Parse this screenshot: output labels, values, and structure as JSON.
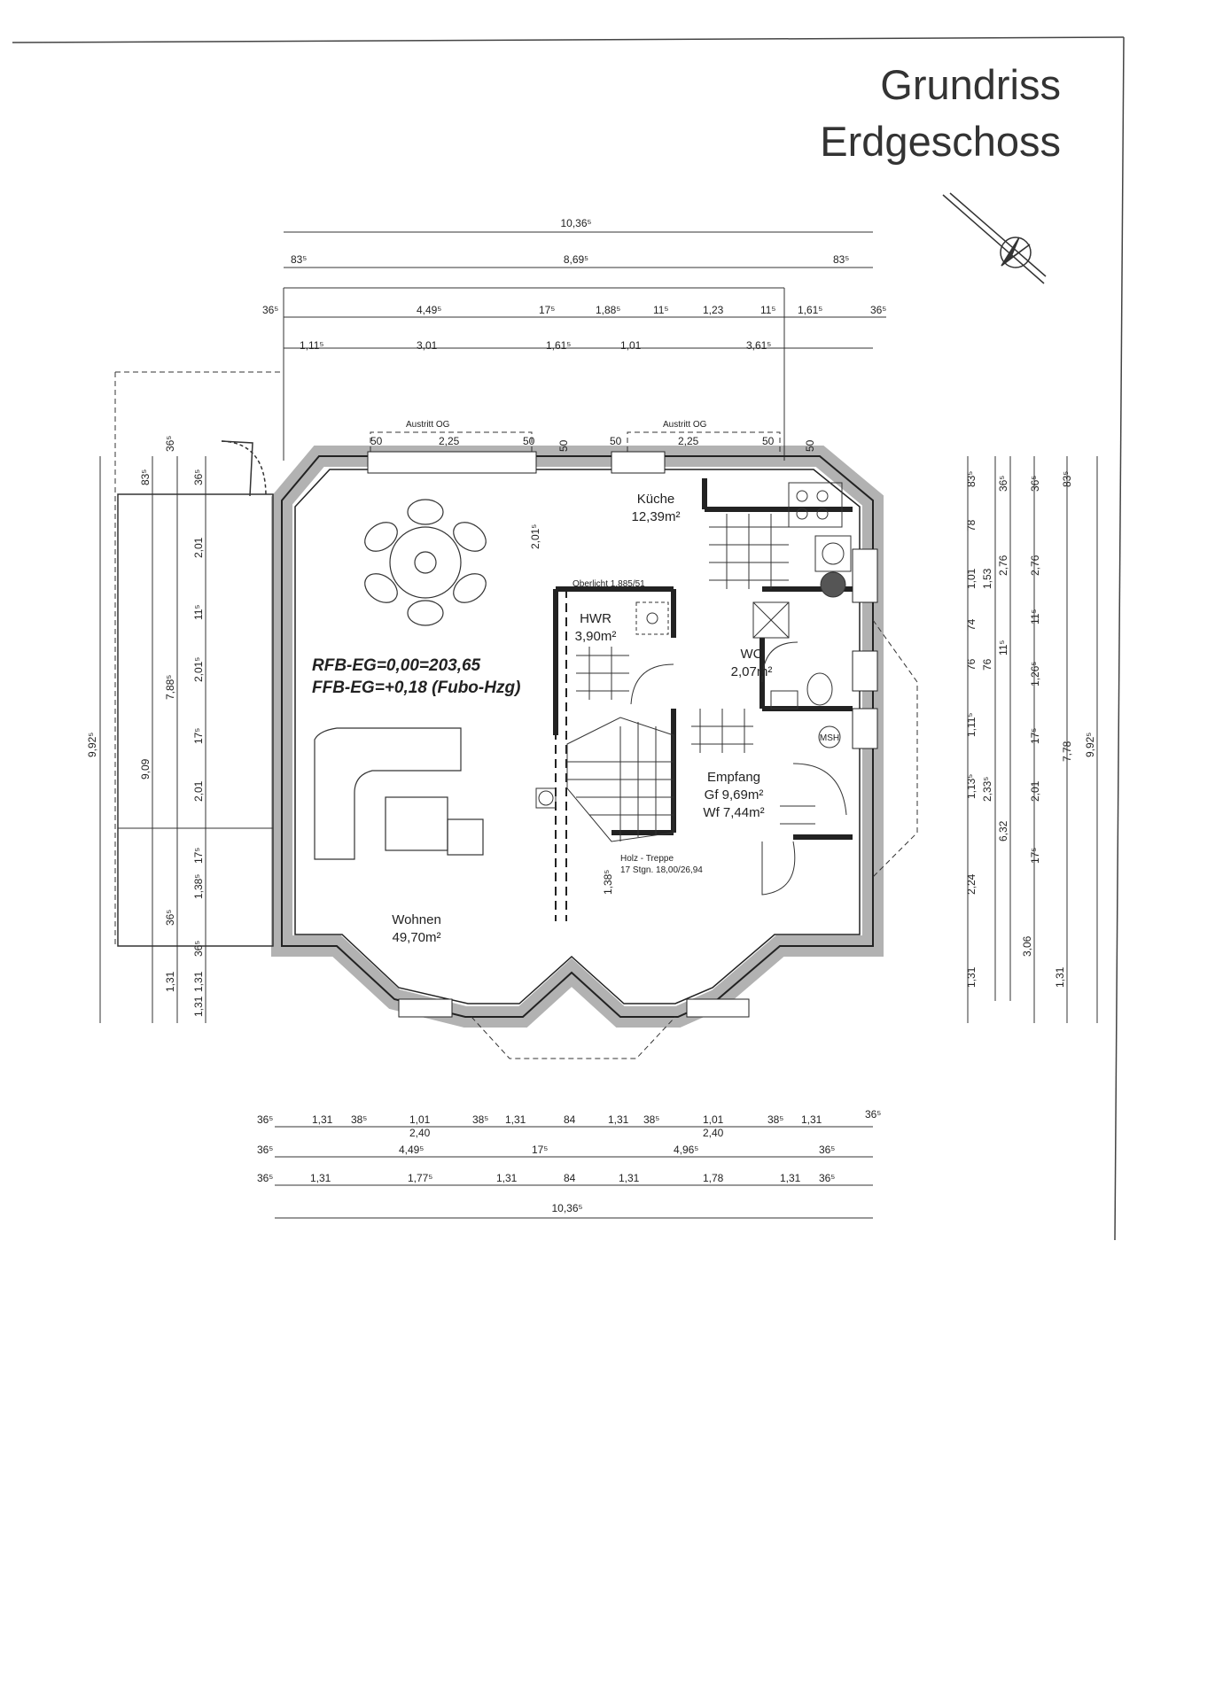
{
  "title": {
    "line1": "Grundriss",
    "line2": "Erdgeschoss"
  },
  "rooms": {
    "kueche_name": "Küche",
    "kueche_area": "12,39m²",
    "hwr_name": "HWR",
    "hwr_area": "3,90m²",
    "wc_name": "WC",
    "wc_area": "2,07m²",
    "empfang_name": "Empfang",
    "empfang_gf": "Gf 9,69m²",
    "empfang_wf": "Wf 7,44m²",
    "wohnen_name": "Wohnen",
    "wohnen_area": "49,70m²"
  },
  "notes": {
    "rfb": "RFB-EG=0,00=203,65",
    "ffb": "FFB-EG=+0,18 (Fubo-Hzg)",
    "oberlicht": "Oberlicht 1,885/51",
    "treppe1": "Holz - Treppe",
    "treppe2": "17 Stgn. 18,00/26,94",
    "msh": "MSH",
    "austritt_left": "Austritt OG",
    "austritt_right": "Austritt OG"
  },
  "dims_top": {
    "row1": [
      "10,36⁵"
    ],
    "row2": [
      "83⁵",
      "8,69⁵",
      "83⁵"
    ],
    "row3": [
      "36⁵",
      "4,49⁵",
      "17⁵",
      "1,88⁵",
      "11⁵",
      "1,23",
      "11⁵",
      "1,61⁵",
      "36⁵"
    ],
    "row4": [
      "1,11⁵",
      "3,01",
      "1,61⁵",
      "1,01",
      "3,61⁵"
    ],
    "austritt_left": [
      "50",
      "2,25",
      "50"
    ],
    "austritt_right": [
      "50",
      "2,25",
      "50"
    ]
  },
  "dims_bottom": {
    "row1": [
      "36⁵",
      "1,31",
      "38⁵",
      "1,01",
      "2,40",
      "38⁵",
      "1,31",
      "84",
      "1,31",
      "38⁵",
      "1,01",
      "2,40",
      "38⁵",
      "1,31",
      "36⁵"
    ],
    "row2": [
      "36⁵",
      "4,49⁵",
      "17⁵",
      "4,96⁵",
      "36⁵"
    ],
    "row3": [
      "36⁵",
      "1,31",
      "1,77⁵",
      "1,31",
      "84",
      "1,31",
      "1,78",
      "1,31",
      "36⁵"
    ],
    "row4": [
      "10,36⁵"
    ]
  },
  "dims_left": {
    "outer": [
      "9,92⁵"
    ],
    "col2": [
      "83⁵",
      "9,09",
      "1,31"
    ],
    "col3": [
      "36⁵",
      "7,88⁵",
      "36⁵",
      "1,31"
    ],
    "col4": [
      "36⁵",
      "2,01",
      "11⁵",
      "2,01⁵",
      "17⁵",
      "2,01",
      "17⁵",
      "1,38⁵",
      "36⁵",
      "1,31"
    ]
  },
  "dims_right": {
    "col1": [
      "83⁵",
      "78",
      "1,01",
      "74",
      "76",
      "1,11⁵",
      "1,13⁵",
      "2,24",
      "1,31"
    ],
    "col2": [
      "1,53",
      "76",
      "2,33⁵"
    ],
    "col3": [
      "36⁵",
      "2,76",
      "11⁵",
      "6,32",
      "3,06"
    ],
    "col4": [
      "36⁵",
      "2,76",
      "11⁵",
      "1,26⁵",
      "17⁵",
      "2,01",
      "17⁵",
      "1,31"
    ],
    "col5": [
      "83⁵",
      "7,78"
    ],
    "col6": [
      "9,92⁵"
    ]
  },
  "inner_dims": {
    "wohnen_depth": "2,01⁵",
    "stair_gap": "1,38⁵",
    "wall_top_left": "50",
    "wall_top_right": "50"
  }
}
